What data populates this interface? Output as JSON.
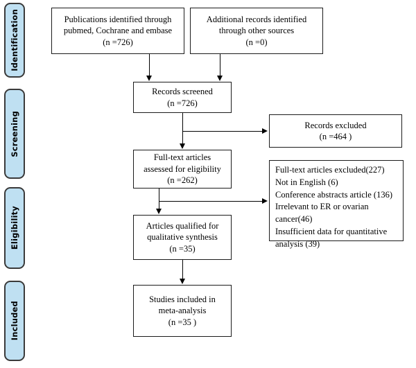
{
  "diagram": {
    "title": "PRISMA study selection flow diagram",
    "colors": {
      "stage_tab_fill": "#bfe0f2",
      "stage_tab_border": "#3a3a3a",
      "box_border": "#1a1a1a",
      "box_fill": "#ffffff",
      "connector": "#000000",
      "background": "#ffffff"
    }
  },
  "stages": [
    {
      "label": "Identification"
    },
    {
      "label": "Screening"
    },
    {
      "label": "Eligibility"
    },
    {
      "label": "Included"
    }
  ],
  "boxes": {
    "identified_databases": {
      "text": "Publications identified through\npubmed, Cochrane and embase\n(n =726)",
      "count": 726
    },
    "identified_other": {
      "text": "Additional records identified\nthrough other sources\n(n =0)",
      "count": 0
    },
    "records_screened": {
      "text": "Records screened\n(n =726)",
      "count": 726
    },
    "records_excluded": {
      "text": "Records excluded\n(n =464 )",
      "count": 464
    },
    "fulltext_assessed": {
      "text": "Full-text articles\nassessed for eligibility\n(n =262)",
      "count": 262
    },
    "fulltext_excluded": {
      "text": "Full-text articles excluded(227)\nNot in English (6)\nConference abstracts article (136)\nIrrelevant to ER or ovarian\ncancer(46)\nInsufficient data for quantitative\nanalysis (39)",
      "total": 227,
      "reasons": [
        {
          "label": "Not in English",
          "count": 6
        },
        {
          "label": "Conference abstracts article",
          "count": 136
        },
        {
          "label": "Irrelevant to ER or ovarian cancer",
          "count": 46
        },
        {
          "label": "Insufficient data for quantitative analysis",
          "count": 39
        }
      ]
    },
    "qualitative_synthesis": {
      "text": "Articles qualified for\nqualitative synthesis\n(n =35)",
      "count": 35
    },
    "meta_analysis": {
      "text": "Studies included in\nmeta-analysis\n(n =35 )",
      "count": 35
    }
  }
}
